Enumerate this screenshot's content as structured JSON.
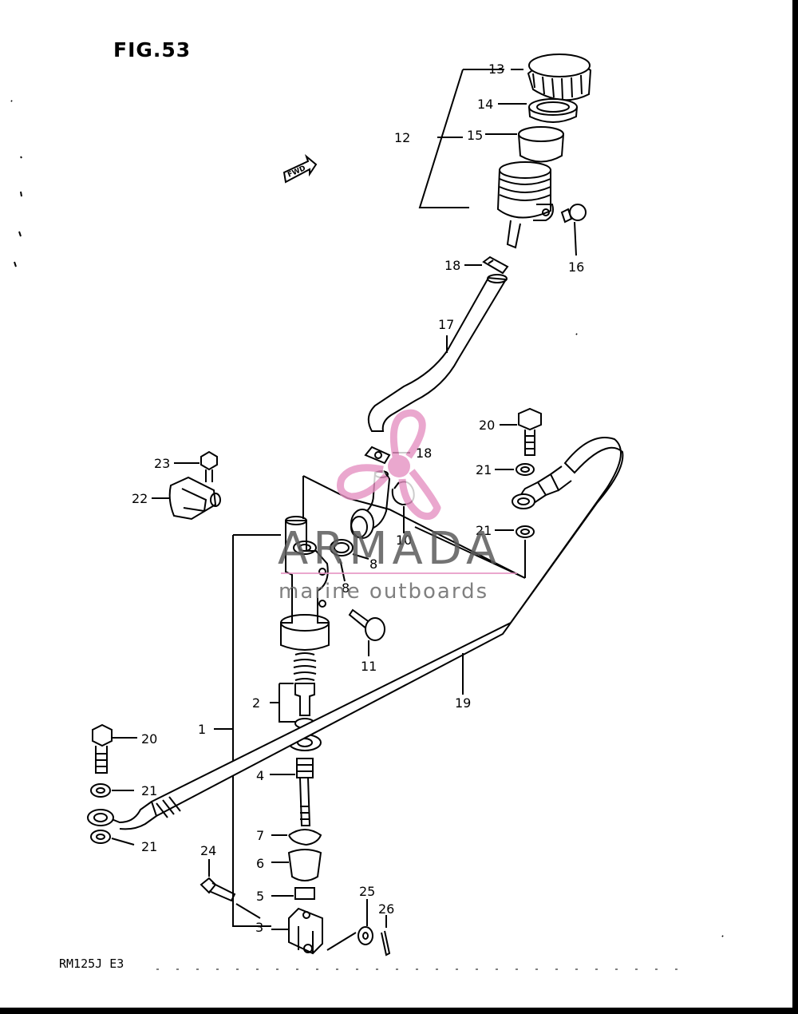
{
  "figure": {
    "title": "FIG.53",
    "model_code": "RM125J E3"
  },
  "watermark": {
    "brand": "ARMADA",
    "tagline": "marine outboards",
    "logo_color": "#e592c2",
    "text_color": "#5b5b5b"
  },
  "direction_tag": {
    "text": "FWD",
    "icon": "forward-arrow-icon"
  },
  "callouts": [
    {
      "id": "c13",
      "text": "13"
    },
    {
      "id": "c14",
      "text": "14"
    },
    {
      "id": "c12",
      "text": "12"
    },
    {
      "id": "c15",
      "text": "15"
    },
    {
      "id": "c16",
      "text": "16"
    },
    {
      "id": "c18a",
      "text": "18"
    },
    {
      "id": "c17",
      "text": "17"
    },
    {
      "id": "c20a",
      "text": "20"
    },
    {
      "id": "c18b",
      "text": "18"
    },
    {
      "id": "c23",
      "text": "23"
    },
    {
      "id": "c21a",
      "text": "21"
    },
    {
      "id": "c22",
      "text": "22"
    },
    {
      "id": "c21b",
      "text": "21"
    },
    {
      "id": "c10",
      "text": "10"
    },
    {
      "id": "c8a",
      "text": "8"
    },
    {
      "id": "c8b",
      "text": "8"
    },
    {
      "id": "c11",
      "text": "11"
    },
    {
      "id": "c2",
      "text": "2"
    },
    {
      "id": "c19",
      "text": "19"
    },
    {
      "id": "c1",
      "text": "1"
    },
    {
      "id": "c20b",
      "text": "20"
    },
    {
      "id": "c4",
      "text": "4"
    },
    {
      "id": "c21c",
      "text": "21"
    },
    {
      "id": "c7",
      "text": "7"
    },
    {
      "id": "c21d",
      "text": "21"
    },
    {
      "id": "c6",
      "text": "6"
    },
    {
      "id": "c24",
      "text": "24"
    },
    {
      "id": "c5",
      "text": "5"
    },
    {
      "id": "c25",
      "text": "25"
    },
    {
      "id": "c26",
      "text": "26"
    },
    {
      "id": "c3",
      "text": "3"
    }
  ]
}
